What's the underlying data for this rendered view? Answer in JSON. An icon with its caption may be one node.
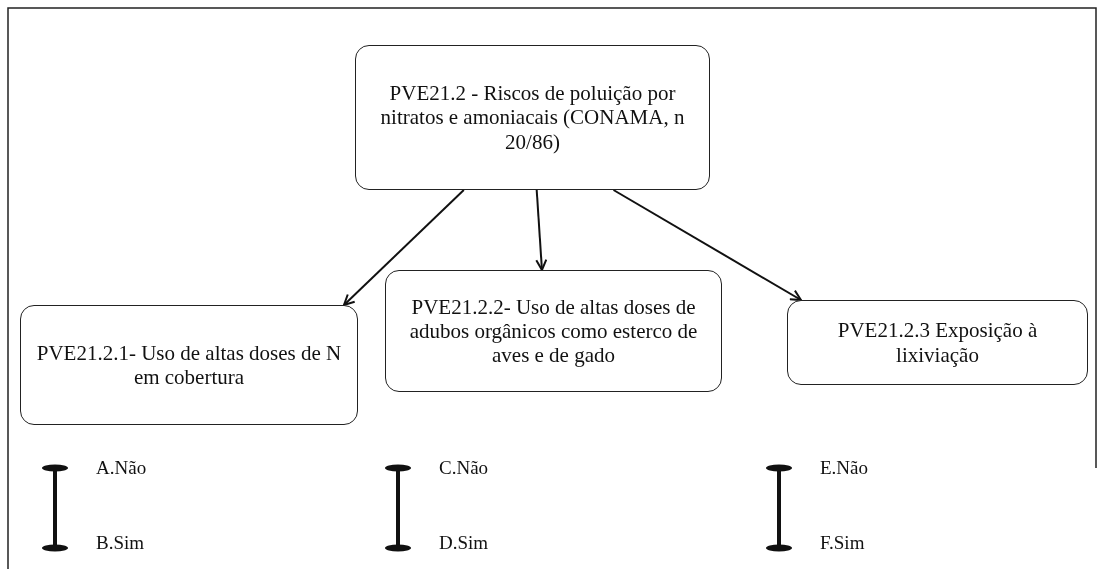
{
  "diagram": {
    "nodes": [
      {
        "text": [
          "PVE21.2 - Riscos de poluição por nitratos e amoniacais (CONAMA, n 20/86)"
        ]
      },
      {
        "text": [
          "PVE21.2.1- Uso de altas doses de N em cobertura"
        ]
      },
      {
        "text": [
          "PVE21.2.2- Uso de altas doses de adubos orgânicos como esterco de aves e de gado"
        ]
      },
      {
        "text": [
          "PVE21.2.3 Exposição à lixiviação"
        ]
      }
    ],
    "edges": [
      {
        "from": 0,
        "to": 1,
        "arrow": "to"
      },
      {
        "from": 0,
        "to": 2,
        "arrow": "to"
      },
      {
        "from": 0,
        "to": 3,
        "arrow": "to"
      }
    ],
    "labels": [
      "A.Não",
      "C.Não",
      "E.Não",
      "B.Sim",
      "D.Sim",
      "F.Sim"
    ]
  }
}
